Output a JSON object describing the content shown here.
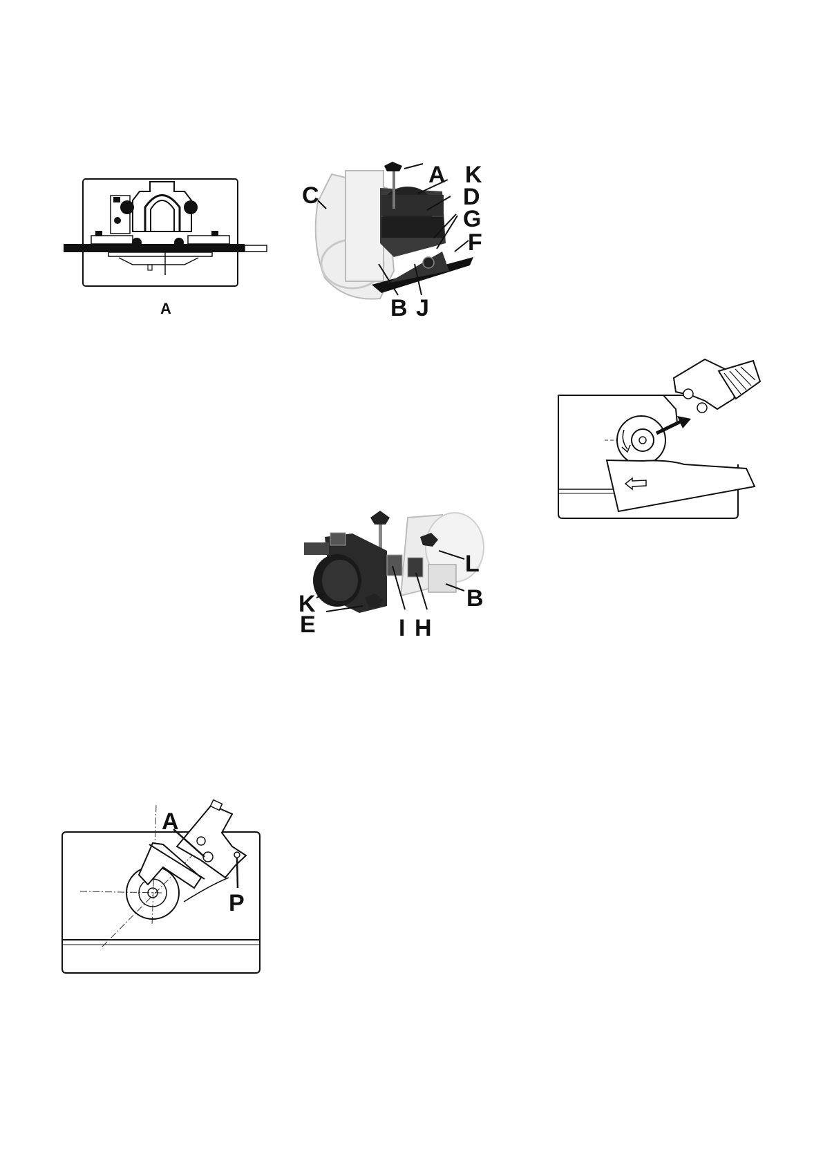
{
  "figures": {
    "fig1": {
      "labels": {
        "a": "A"
      }
    },
    "fig2": {
      "labels": {
        "a": "A",
        "k": "K",
        "c": "C",
        "d": "D",
        "g": "G",
        "f": "F",
        "b": "B",
        "j": "J"
      }
    },
    "fig3": {
      "labels": {}
    },
    "fig4": {
      "labels": {
        "k": "K",
        "e": "E",
        "i": "I",
        "h": "H",
        "l": "L",
        "b": "B"
      }
    },
    "fig5": {
      "labels": {
        "a": "A",
        "p": "P"
      }
    }
  },
  "colors": {
    "ink": "#111111",
    "paper": "#ffffff",
    "shade": "#555555",
    "light": "#cfcfcf"
  }
}
